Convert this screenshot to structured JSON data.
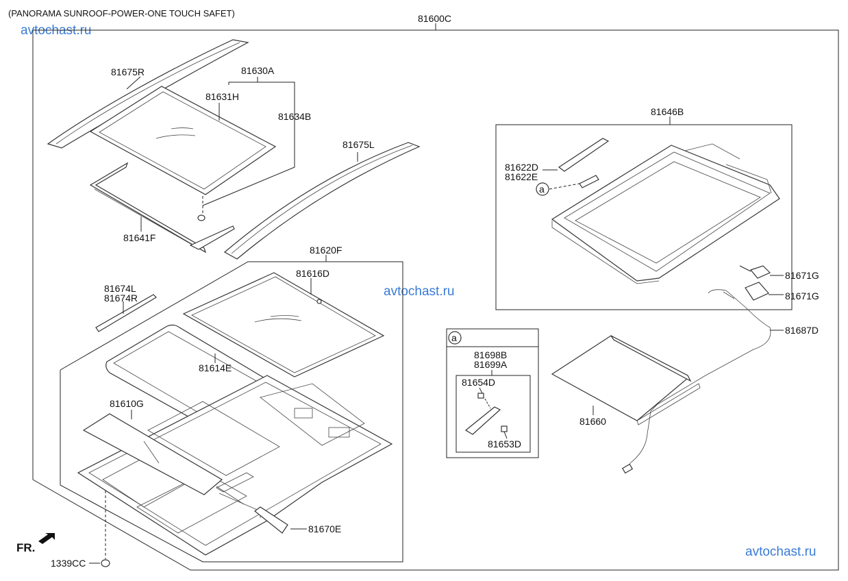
{
  "title": "(PANORAMA SUNROOF-POWER-ONE TOUCH SAFET)",
  "watermarks": [
    "avtochast.ru",
    "avtochast.ru",
    "avtochast.ru"
  ],
  "direction_label": "FR.",
  "detail_marker": "a",
  "parts": {
    "p81600C": "81600C",
    "p81675R": "81675R",
    "p81630A": "81630A",
    "p81631H": "81631H",
    "p81634B": "81634B",
    "p81675L": "81675L",
    "p81641F": "81641F",
    "p81620F": "81620F",
    "p81616D": "81616D",
    "p81674L": "81674L",
    "p81674R": "81674R",
    "p81614E": "81614E",
    "p81610G": "81610G",
    "p81670E": "81670E",
    "p1339CC": "1339CC",
    "p81646B": "81646B",
    "p81622D": "81622D",
    "p81622E": "81622E",
    "p81671G_a": "81671G",
    "p81671G_b": "81671G",
    "p81687D": "81687D",
    "p81698B": "81698B",
    "p81699A": "81699A",
    "p81654D": "81654D",
    "p81653D": "81653D",
    "p81660": "81660"
  }
}
